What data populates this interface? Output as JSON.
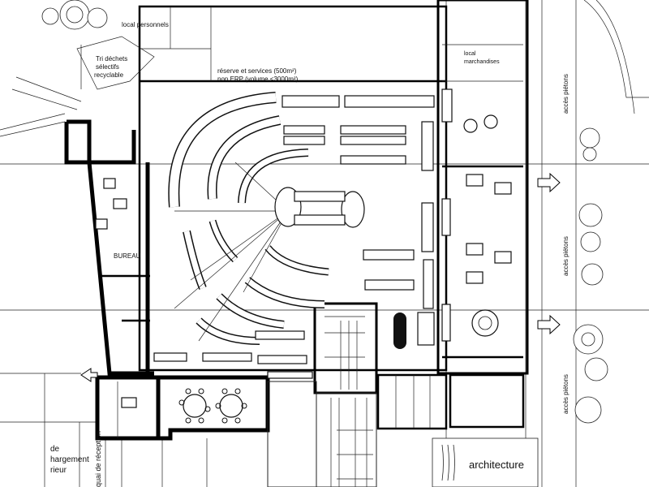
{
  "labels": {
    "local_personnels": "local personnels",
    "tri_dechets_1": "Tri déchets",
    "tri_dechets_2": "sélectifs",
    "tri_dechets_3": "recyclable",
    "reserve_1": "réserve et services (500m²)",
    "reserve_2": "non ERP (volume <3000m²)",
    "local_marchandises_1": "local",
    "local_marchandises_2": "marchandises",
    "bureau": "BUREAU",
    "acces_pietons_1": "accès piétons",
    "acces_pietons_2": "accès piétons",
    "acces_pietons_3": "accès piétons",
    "dechargement_1": "de",
    "dechargement_2": "hargement",
    "dechargement_3": "rieur",
    "reception": "quai de réception",
    "architecture": "architecture"
  }
}
